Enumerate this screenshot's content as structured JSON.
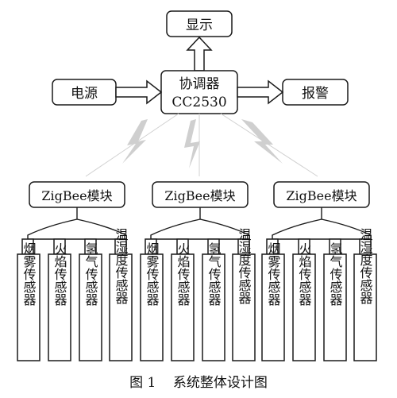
{
  "display": "显示",
  "power": "电源",
  "alarm": "报警",
  "coordinator": {
    "line1": "协调器",
    "line2": "CC2530"
  },
  "modules": [
    {
      "label": "ZigBee模块",
      "sensors": [
        "烟雾传感器",
        "火焰传感器",
        "氢气传感器",
        "温湿度传感器"
      ]
    },
    {
      "label": "ZigBee模块",
      "sensors": [
        "烟雾传感器",
        "火焰传感器",
        "氢气传感器",
        "温湿度传感器"
      ]
    },
    {
      "label": "ZigBee模块",
      "sensors": [
        "烟雾传感器",
        "火焰传感器",
        "氢气传感器",
        "温湿度传感器"
      ]
    }
  ],
  "caption": "图 1    系统整体设计图"
}
